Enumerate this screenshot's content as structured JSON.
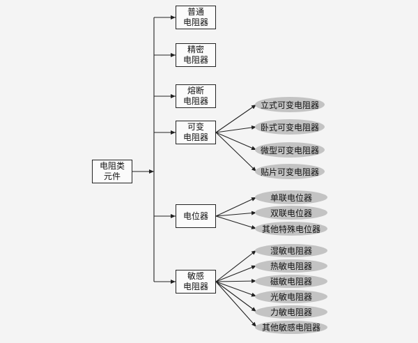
{
  "root": {
    "lines": [
      "电阻类",
      "元件"
    ]
  },
  "categories": [
    {
      "lines": [
        "普通",
        "电阻器"
      ],
      "subtypes": []
    },
    {
      "lines": [
        "精密",
        "电阻器"
      ],
      "subtypes": []
    },
    {
      "lines": [
        "熔断",
        "电阻器"
      ],
      "subtypes": []
    },
    {
      "lines": [
        "可变",
        "电阻器"
      ],
      "subtypes": [
        "立式可变电阻器",
        "卧式可变电阻器",
        "微型可变电阻器",
        "贴片可变电阻器"
      ]
    },
    {
      "lines": [
        "电位器"
      ],
      "subtypes": [
        "单联电位器",
        "双联电位器",
        "其他特殊电位器"
      ]
    },
    {
      "lines": [
        "敏感",
        "电阻器"
      ],
      "subtypes": [
        "湿敏电阻器",
        "热敏电阻器",
        "磁敏电阻器",
        "光敏电阻器",
        "力敏电阻器",
        "其他敏感电阻器"
      ]
    }
  ],
  "colors": {
    "line": "#222222",
    "box_fill": "#fbfbfb",
    "pill_fill": "#c3c3c3",
    "background": "#f4f4f4"
  }
}
